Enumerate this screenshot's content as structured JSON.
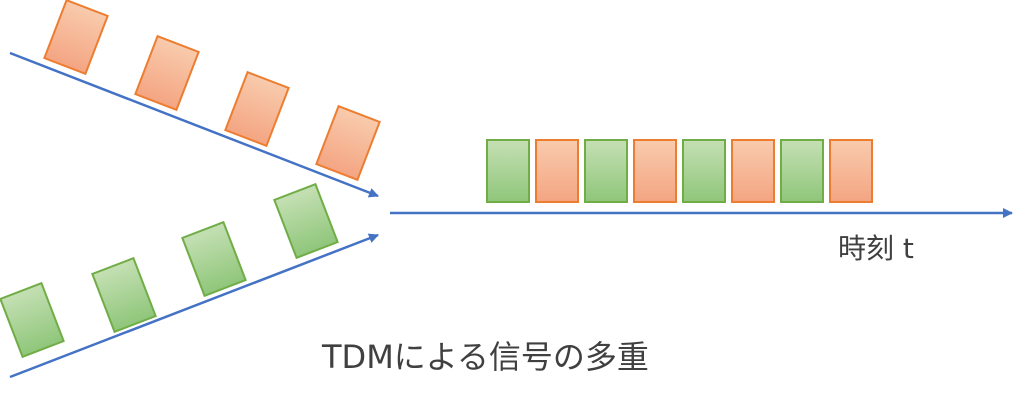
{
  "diagram": {
    "time_axis_label": "時刻 t",
    "caption": "TDMによる信号の多重",
    "colors": {
      "arrow": "#4472C4",
      "orange_fill_light": "#F8CBAD",
      "orange_fill_dark": "#F4A582",
      "orange_stroke": "#ED7D31",
      "green_fill_light": "#C5E0B4",
      "green_fill_dark": "#8FC67A",
      "green_stroke": "#70AD47"
    },
    "input_streams": [
      {
        "name": "orange-stream",
        "color": "orange",
        "packet_count": 4
      },
      {
        "name": "green-stream",
        "color": "green",
        "packet_count": 4
      }
    ],
    "multiplexed_sequence": [
      "green",
      "orange",
      "green",
      "orange",
      "green",
      "orange",
      "green",
      "orange"
    ]
  }
}
